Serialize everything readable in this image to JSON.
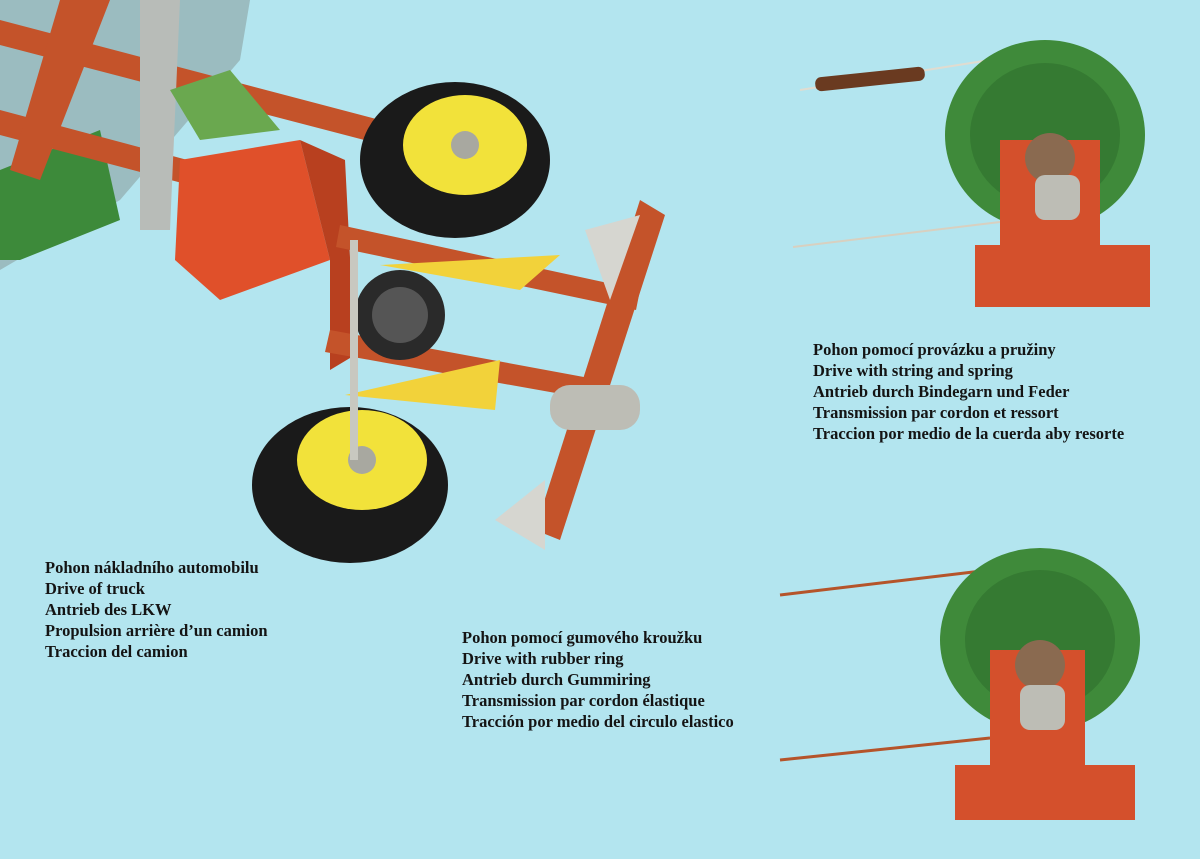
{
  "captions": {
    "truck": {
      "lines": [
        "Pohon nákladního automobilu",
        "Drive of truck",
        "Antrieb des LKW",
        "Propulsion arrière d’un camion",
        "Traccion del camion"
      ]
    },
    "rubber_ring": {
      "lines": [
        "Pohon pomocí gumového kroužku",
        "Drive with rubber ring",
        "Antrieb durch Gummiring",
        "Transmission par cordon élastique",
        "Tracción por medio del circulo elastico"
      ]
    },
    "string_spring": {
      "lines": [
        "Pohon pomocí provázku a pružiny",
        "Drive with string and spring",
        "Antrieb durch Bindegarn und Feder",
        "Transmission par cordon et ressort",
        "Traccion por medio de la cuerda aby resorte"
      ]
    }
  },
  "colors": {
    "background": "#b3e5ef",
    "beam": "#c4532a",
    "motor": "#e0502a",
    "tire": "#1a1a1a",
    "hub": "#f2e23a",
    "pulley": "#3f8a3a",
    "stand": "#d4502c"
  }
}
